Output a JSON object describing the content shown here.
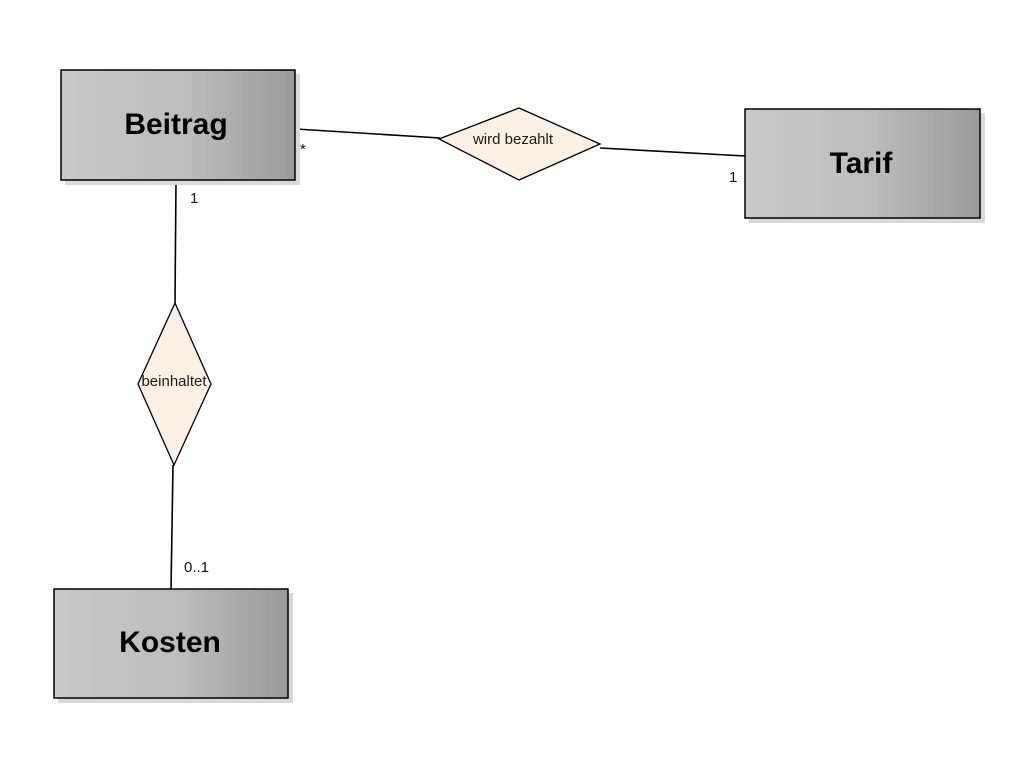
{
  "diagram": {
    "entities": {
      "beitrag": {
        "label": "Beitrag"
      },
      "tarif": {
        "label": "Tarif"
      },
      "kosten": {
        "label": "Kosten"
      }
    },
    "relationships": {
      "wird_bezahlt": {
        "label": "wird bezahlt"
      },
      "beinhaltet": {
        "label": "beinhaltet"
      }
    },
    "multiplicities": {
      "beitrag_wird_bezahlt": "*",
      "tarif_wird_bezahlt": "1",
      "beitrag_beinhaltet": "1",
      "kosten_beinhaltet": "0..1"
    },
    "colors": {
      "entity_fill_light": "#c8c8c8",
      "entity_fill_dark": "#9a9a9a",
      "relationship_fill": "#fbf0e3",
      "line": "#000000"
    }
  }
}
